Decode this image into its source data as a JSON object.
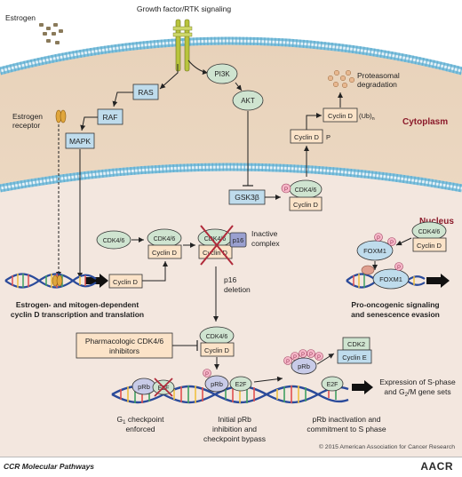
{
  "labels": {
    "growth_factor": "Growth factor/RTK signaling",
    "estrogen": "Estrogen",
    "estrogen_receptor_l1": "Estrogen",
    "estrogen_receptor_l2": "receptor",
    "ras": "RAS",
    "raf": "RAF",
    "mapk": "MAPK",
    "pi3k": "PI3K",
    "akt": "AKT",
    "gsk3b": "GSK3β",
    "proteasomal_l1": "Proteasomal",
    "proteasomal_l2": "degradation",
    "cyclin_d": "Cyclin D",
    "cyclin_d_ub": "Cyclin D",
    "ub_suffix": "(Ub)",
    "ub_subscript": "n",
    "p_mark": "P",
    "cytoplasm": "Cytoplasm",
    "nucleus": "Nucleus",
    "cdk46": "CDK4/6",
    "p16": "p16",
    "inactive_l1": "Inactive",
    "inactive_l2": "complex",
    "p16_deletion_l1": "p16",
    "p16_deletion_l2": "deletion",
    "transcription_l1": "Estrogen- and mitogen-dependent",
    "transcription_l2": "cyclin D transcription and translation",
    "foxm1": "FOXM1",
    "oncogenic_l1": "Pro-oncogenic signaling",
    "oncogenic_l2": "and senescence evasion",
    "inhibitors_l1": "Pharmacologic CDK4/6",
    "inhibitors_l2": "inhibitors",
    "prb": "pRb",
    "e2f": "E2F",
    "cdk2": "CDK2",
    "cyclin_e": "Cyclin E",
    "expression_l1": "Expression of S-phase",
    "expression_l2_pre": "and G",
    "expression_l2_sub": "2",
    "expression_l2_post": "/M gene sets",
    "g1_l1_pre": "G",
    "g1_l1_sub": "1",
    "g1_l1_post": " checkpoint",
    "g1_l2": "enforced",
    "initial_l1": "Initial pRb",
    "initial_l2": "inhibition and",
    "initial_l3": "checkpoint bypass",
    "commit_l1": "pRb inactivation and",
    "commit_l2": "commitment to S phase"
  },
  "footer": {
    "copyright": "© 2015 American Association for Cancer Research",
    "journal": "CCR Molecular Pathways",
    "logo": "AACR"
  },
  "colors": {
    "cytoplasm": "#ecd9c3",
    "nucleus": "#f1e4dc",
    "membrane_head": "#7ec0dc",
    "box_blue": "#bfdcec",
    "box_orange": "#fbe3c8",
    "cdk_green": "#cfe4d0",
    "phospho_pink": "#f5b6c7",
    "purple": "#9aa0d0",
    "label_red": "#8b1a2a",
    "arrow": "#222222"
  }
}
